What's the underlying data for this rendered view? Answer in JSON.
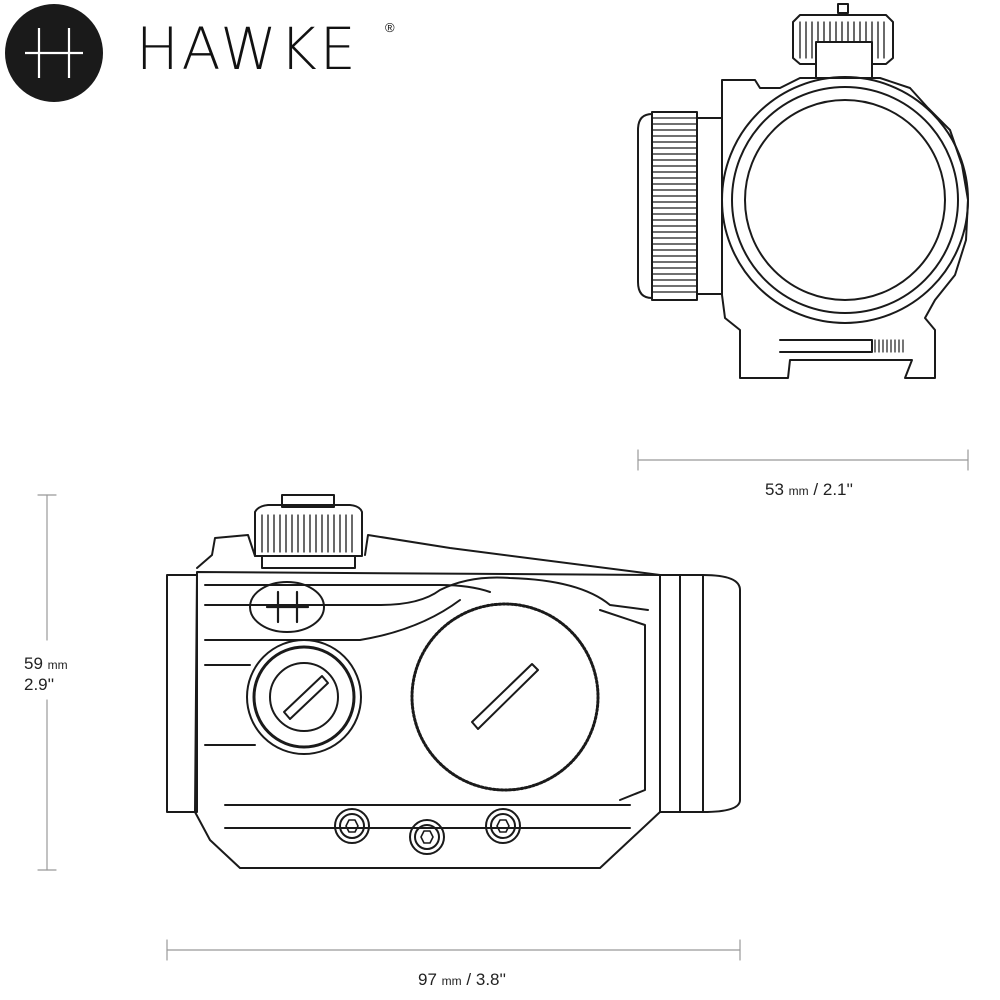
{
  "brand": {
    "name": "HAWKE",
    "registered_mark": "®"
  },
  "dimensions": {
    "width": {
      "value": "53",
      "unit": "mm",
      "imperial": "2.1''"
    },
    "length": {
      "value": "97",
      "unit": "mm",
      "imperial": "3.8''"
    },
    "height": {
      "value": "59",
      "unit": "mm",
      "imperial": "2.9''"
    }
  },
  "colors": {
    "line": "#1a1a1a",
    "logo_bg": "#1a1a1a",
    "background": "#ffffff"
  }
}
